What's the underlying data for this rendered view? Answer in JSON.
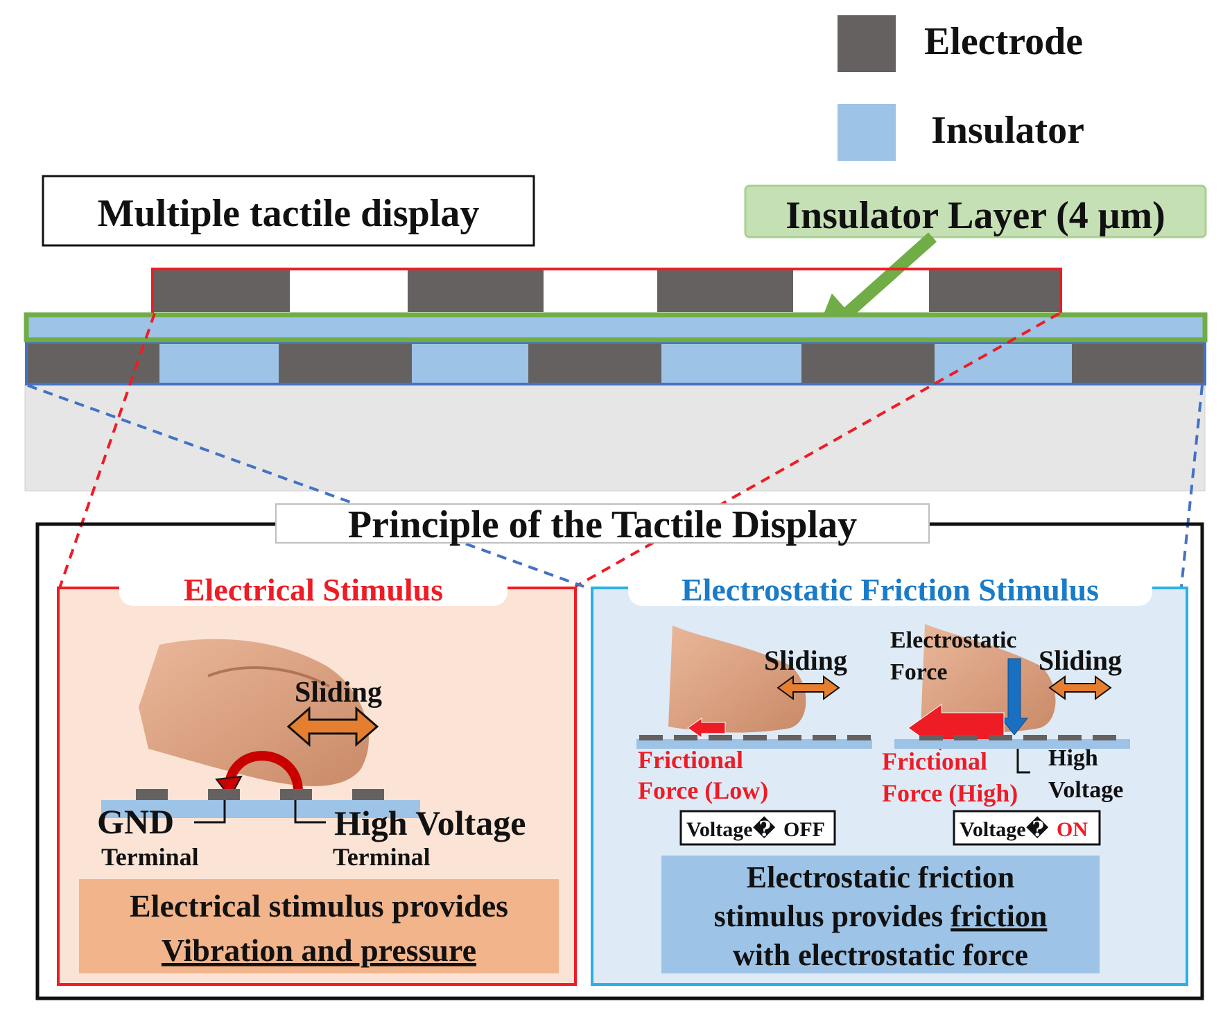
{
  "legend": {
    "electrode": "Electrode",
    "insulator": "Insulator"
  },
  "colors": {
    "electrode": "#656161",
    "insulator": "#9dc3e6",
    "substrate": "#e6e6e6",
    "red": "#ee1c25",
    "blue_outline": "#4472c4",
    "green_outline": "#70ad47",
    "title_blue": "#1a7cc9",
    "orange_arrow": "#e67e30",
    "electrical_panel": "#fbe4d6",
    "friction_panel": "#deebf7",
    "finger_skin": "#e0a684",
    "note_orange": "#f2b48a",
    "note_blue": "#9dc3e6"
  },
  "overview": {
    "title": "Multiple tactile display",
    "insulator_layer_callout": "Insulator Layer (4 μm)"
  },
  "principle": {
    "title": "Principle of the Tactile Display",
    "electrical": {
      "title": "Electrical Stimulus",
      "sliding": "Sliding",
      "gnd": "GND",
      "gnd_terminal": "Terminal",
      "high_voltage": "High Voltage",
      "hv_terminal": "Terminal",
      "note_line1": "Electrical stimulus provides",
      "note_line2": "Vibration and pressure"
    },
    "friction": {
      "title": "Electrostatic Friction Stimulus",
      "sliding_left": "Sliding",
      "sliding_right": "Sliding",
      "electrostatic": "Electrostatic",
      "force": "Force",
      "frictional_low_1": "Frictional",
      "frictional_low_2": "Force (Low)",
      "frictional_high_1": "Frictional",
      "frictional_high_2": "Force (High)",
      "high": "High",
      "voltage": "Voltage",
      "voltage_off_label": "Voltage�",
      "voltage_off_value": "OFF",
      "voltage_on_label": "Voltage�",
      "voltage_on_value": "ON",
      "note_line1": "Electrostatic friction",
      "note_line2_a": "stimulus provides ",
      "note_line2_b": "friction",
      "note_line3": "with electrostatic force"
    }
  }
}
